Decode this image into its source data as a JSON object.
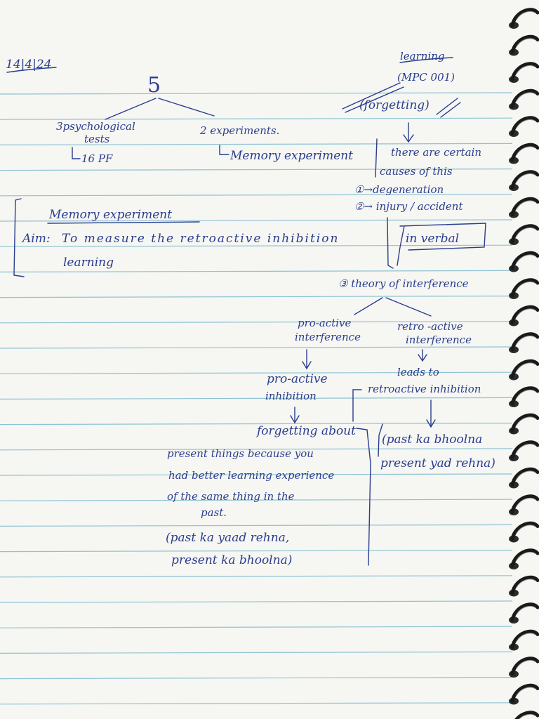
{
  "date": "14|4|24",
  "top": {
    "count": "5",
    "branch_left": "3psychological",
    "branch_left_2": "tests",
    "branch_left_item": "16 PF",
    "branch_right": "2 experiments.",
    "branch_right_item": "Memory experiment"
  },
  "corner": {
    "subject": "learning",
    "code": "(MPC 001)",
    "topic": "(forgetting)",
    "causes_1": "there are certain",
    "causes_2": "causes of this",
    "cause_1": "①→degeneration",
    "cause_2": "②→ injury / accident",
    "cause_3": "③ theory of interference"
  },
  "memory": {
    "heading": "Memory experiment",
    "aim_label": "Aim:",
    "aim_text": "To measure the retroactive inhibition",
    "aim_tail": "in verbal",
    "aim_line2": "learning"
  },
  "interference": {
    "pro_1": "pro-active",
    "pro_2": "interference",
    "retro_1": "retro -active",
    "retro_2": "interference",
    "pro_inhibit_1": "pro-active",
    "pro_inhibit_2": "inhibition",
    "leads_to": "leads to",
    "retro_inhibit": "retroactive inhibition",
    "forgetting_about": "forgetting about",
    "explain_1": "present things because you",
    "explain_2": "had better learning experience",
    "explain_3": "of the same thing in the",
    "explain_4": "past.",
    "hindi_pro_1": "(past ka yaad rehna,",
    "hindi_pro_2": "present ka bhoolna)",
    "hindi_retro_1": "(past ka bhoolna",
    "hindi_retro_2": "present yad rehna)"
  },
  "colors": {
    "ink": "#2a3d8f",
    "rule": "#8fc3d3",
    "paper": "#f6f6f2"
  }
}
